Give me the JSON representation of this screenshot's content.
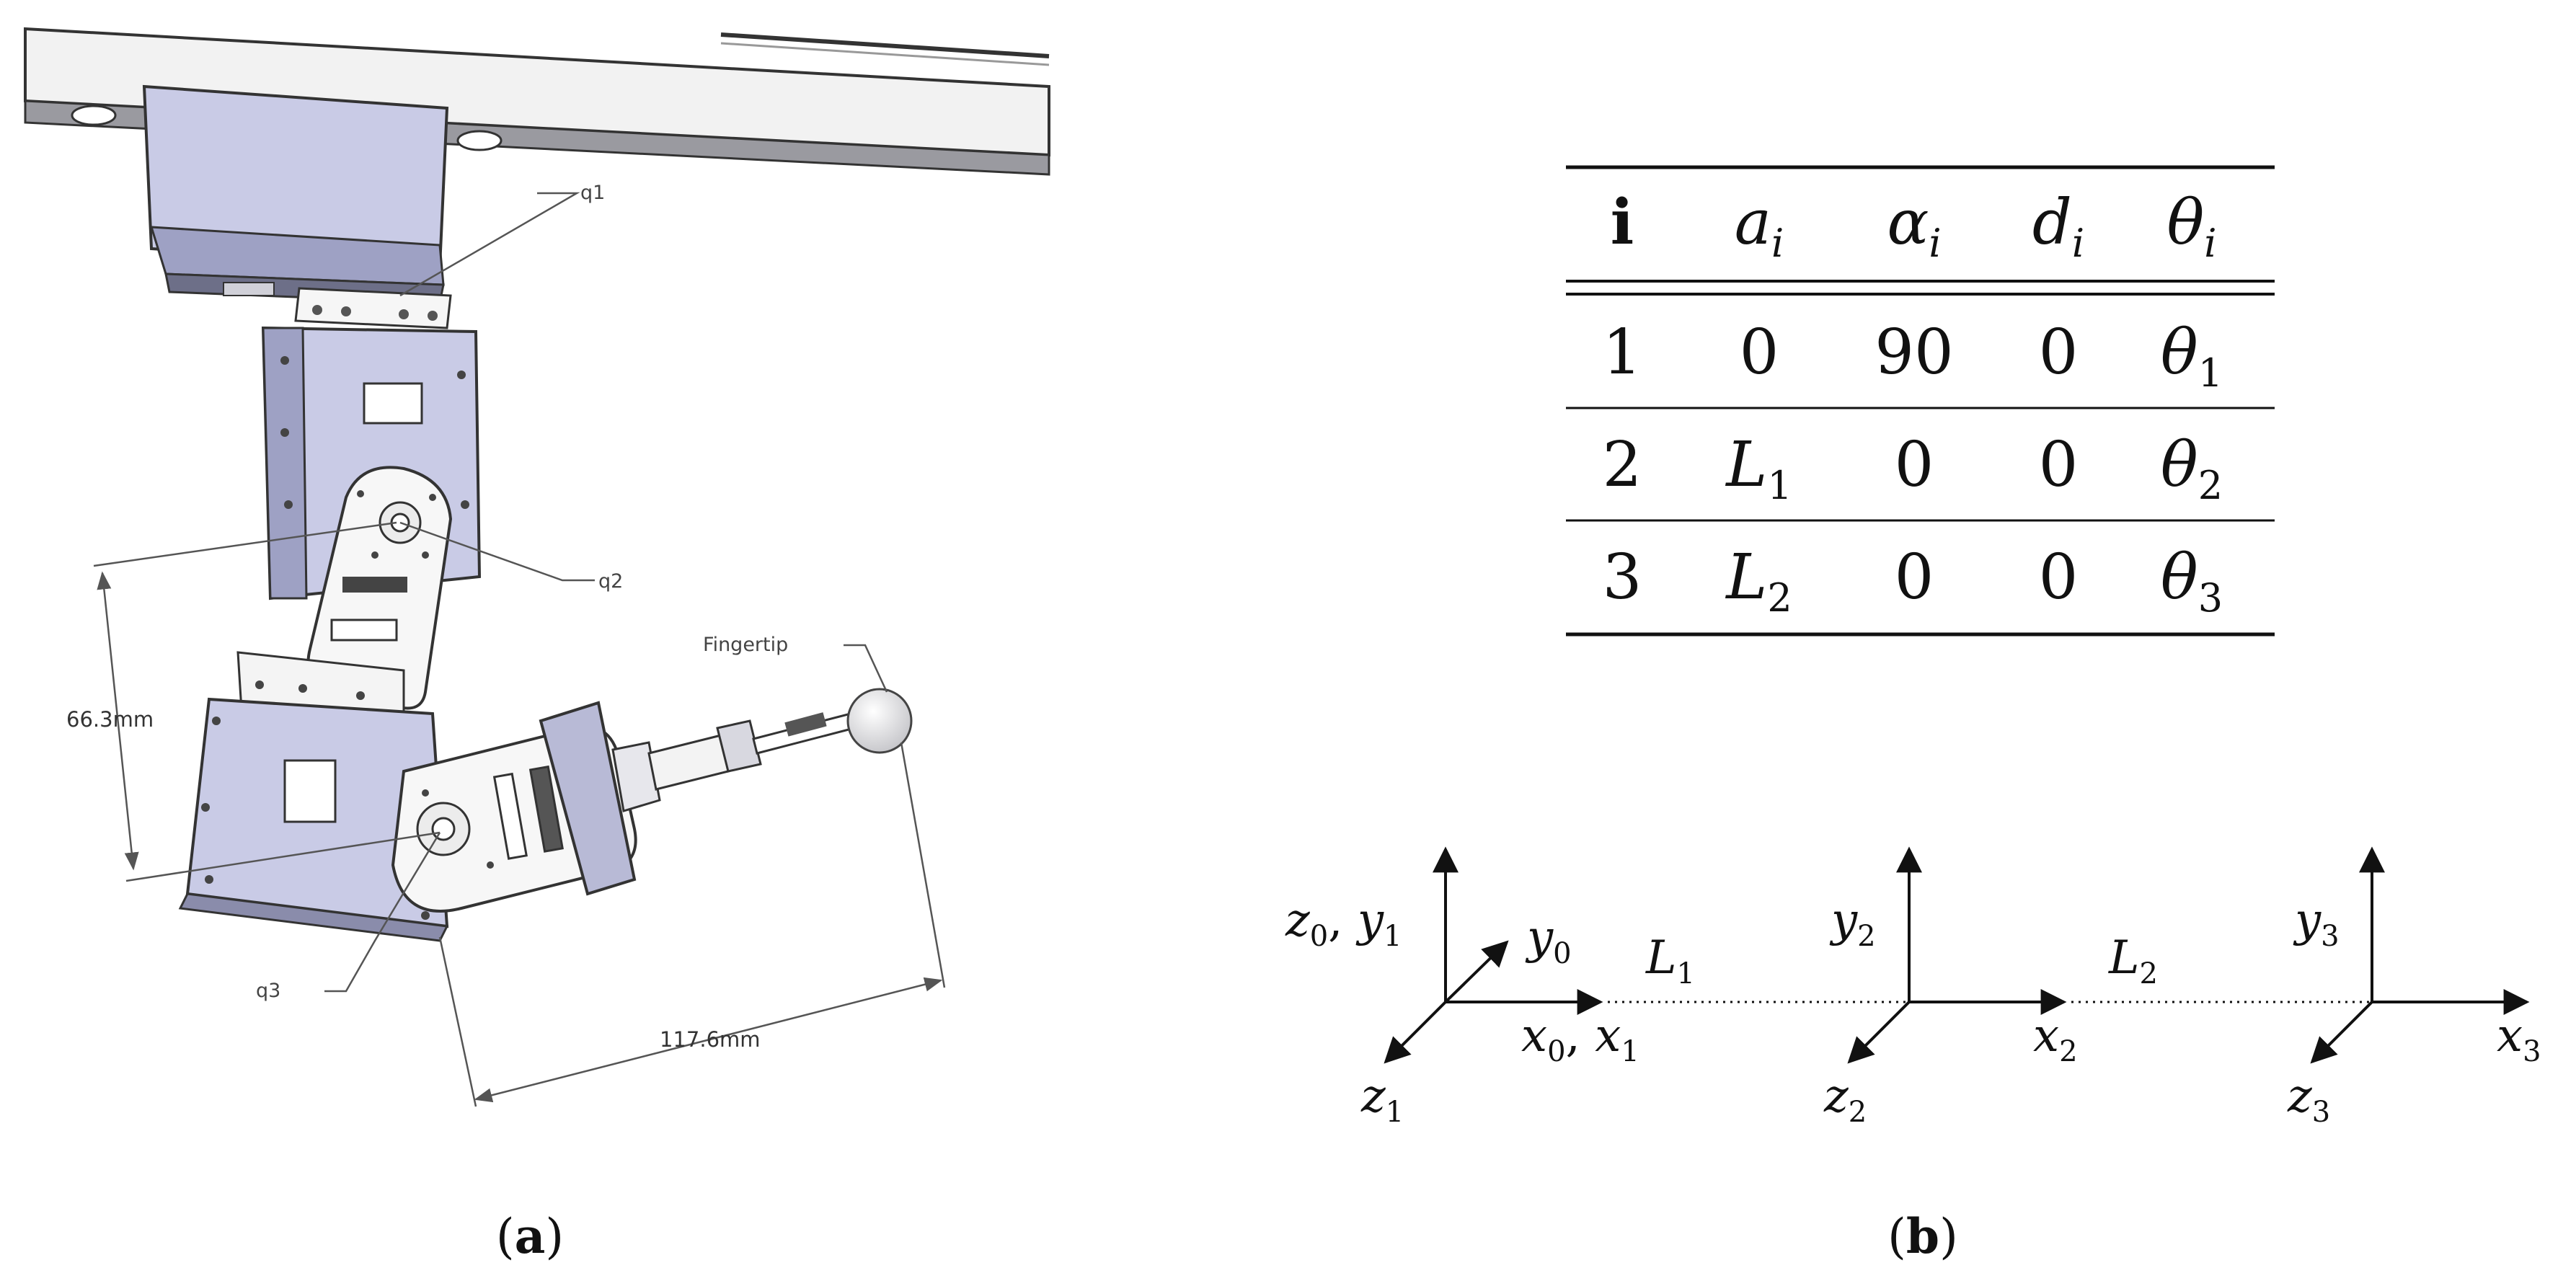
{
  "panel_a": {
    "caption_letter": "a",
    "labels": {
      "q1": "q1",
      "q2": "q2",
      "q3": "q3",
      "fingertip": "Fingertip",
      "dim_vertical": "66.3mm",
      "dim_horizontal": "117.6mm"
    }
  },
  "panel_b": {
    "caption_letter": "b",
    "dh_table": {
      "headers": [
        {
          "base": "i",
          "sub": ""
        },
        {
          "base": "a",
          "sub": "i"
        },
        {
          "base": "α",
          "sub": "i"
        },
        {
          "base": "d",
          "sub": "i"
        },
        {
          "base": "θ",
          "sub": "i"
        }
      ],
      "rows": [
        [
          {
            "base": "1",
            "sub": ""
          },
          {
            "base": "0",
            "sub": ""
          },
          {
            "base": "90",
            "sub": ""
          },
          {
            "base": "0",
            "sub": ""
          },
          {
            "base": "θ",
            "sub": "1"
          }
        ],
        [
          {
            "base": "2",
            "sub": ""
          },
          {
            "base": "L",
            "sub": "1"
          },
          {
            "base": "0",
            "sub": ""
          },
          {
            "base": "0",
            "sub": ""
          },
          {
            "base": "θ",
            "sub": "2"
          }
        ],
        [
          {
            "base": "3",
            "sub": ""
          },
          {
            "base": "L",
            "sub": "2"
          },
          {
            "base": "0",
            "sub": ""
          },
          {
            "base": "0",
            "sub": ""
          },
          {
            "base": "θ",
            "sub": "3"
          }
        ]
      ]
    },
    "frames": {
      "frame0": {
        "up_a": "z",
        "up_a_sub": "0",
        "up_b": "y",
        "up_b_sub": "1",
        "diag": "y",
        "diag_sub": "0",
        "right_a": "x",
        "right_a_sub": "0",
        "right_b": "x",
        "right_b_sub": "1",
        "down": "z",
        "down_sub": "1"
      },
      "link1": {
        "base": "L",
        "sub": "1"
      },
      "frame2": {
        "up": "y",
        "up_sub": "2",
        "right": "x",
        "right_sub": "2",
        "down": "z",
        "down_sub": "2"
      },
      "link2": {
        "base": "L",
        "sub": "2"
      },
      "frame3": {
        "up": "y",
        "up_sub": "3",
        "right": "x",
        "right_sub": "3",
        "down": "z",
        "down_sub": "3"
      }
    }
  }
}
